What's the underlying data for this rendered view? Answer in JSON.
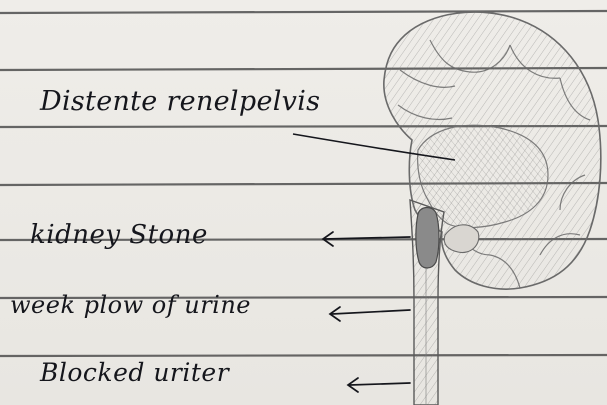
{
  "labels": {
    "distended_pelvis": "Distente renelpelvis",
    "kidney_stone": "kidney Stone",
    "weak_flow": "week plow of urine",
    "blocked_ureter": "Blocked uriter"
  },
  "colors": {
    "paper": "#ece9e4",
    "ruled_line": "#4e4e4e",
    "ink": "#15161c",
    "pencil": "#6a6a6a",
    "stone_shade": "#8a8a8a"
  }
}
